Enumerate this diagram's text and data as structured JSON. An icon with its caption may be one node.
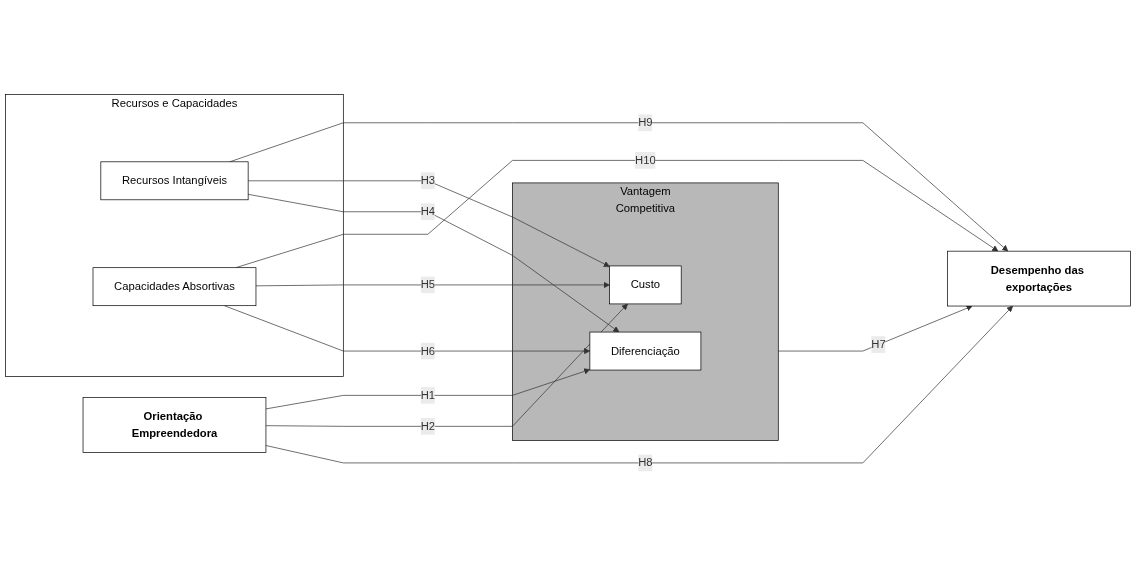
{
  "diagram": {
    "nodes": [
      {
        "text": [
          "Orientação Empreendedora"
        ]
      },
      {
        "text": [
          "Vantagem",
          "Competitiva"
        ]
      },
      {
        "text": [
          "Diferenciação"
        ],
        "in": 1
      },
      {
        "text": [
          "Custo"
        ],
        "in": 1
      },
      {
        "text": [
          "Desempenho das exportações"
        ]
      },
      {
        "text": [
          "Recursos e Capacidades"
        ]
      },
      {
        "text": [
          "Recursos Intangíveis"
        ],
        "in": 5
      },
      {
        "text": [
          "Capacidades Absortivas"
        ],
        "in": 5
      }
    ],
    "edges": [
      {
        "from": 0,
        "to": 4,
        "arrow": "to",
        "label": "H8"
      },
      {
        "from": 0,
        "to": 3,
        "arrow": "to",
        "label": "H2"
      },
      {
        "from": 0,
        "to": 2,
        "arrow": "to",
        "label": "H1"
      },
      {
        "from": 1,
        "to": 4,
        "arrow": "to",
        "label": "H7"
      },
      {
        "from": 6,
        "to": 2,
        "arrow": "to",
        "label": "H4"
      },
      {
        "from": 6,
        "to": 3,
        "arrow": "to",
        "label": "H3"
      },
      {
        "from": 6,
        "to": 4,
        "arrow": "to",
        "label": "H9"
      },
      {
        "from": 7,
        "to": 2,
        "arrow": "to",
        "label": "H6"
      },
      {
        "from": 7,
        "to": 3,
        "arrow": "to",
        "label": "H5"
      },
      {
        "from": 7,
        "to": 4,
        "arrow": "to",
        "label": "H10"
      }
    ]
  }
}
